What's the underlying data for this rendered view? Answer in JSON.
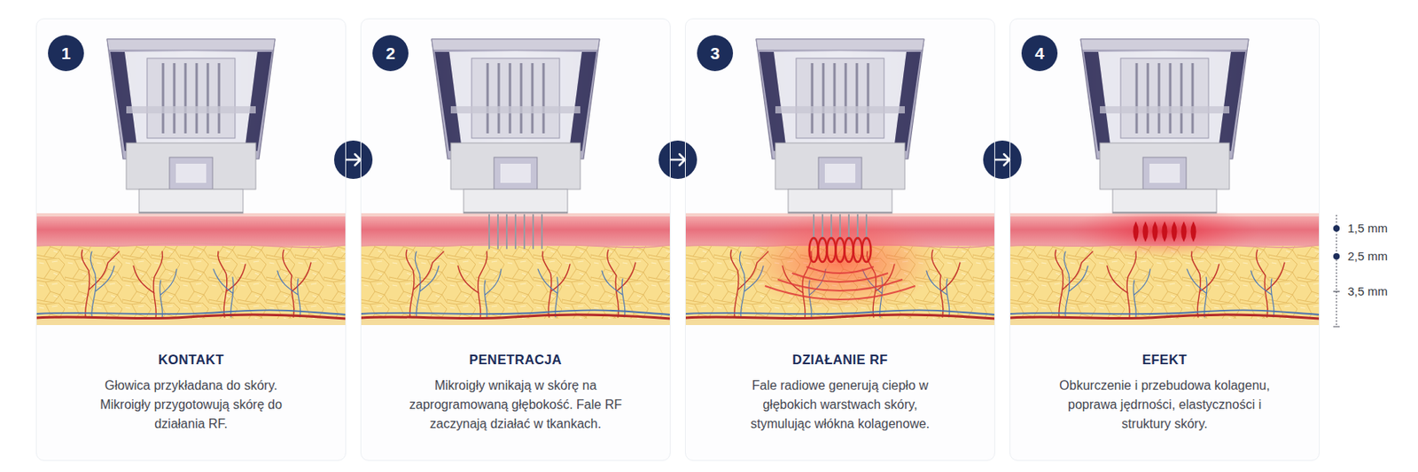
{
  "diagram": {
    "nodes": [
      {
        "text": [
          "KONTAKT",
          "Głowica przykładana do skóry. Mikroigły przygotowują skórę do działania RF."
        ]
      },
      {
        "text": [
          "1"
        ],
        "in": 0
      },
      {
        "text": [
          "PENETRACJA",
          "Mikroigły wnikają w skórę na zaprogramowaną głębokość. Fale RF zaczynają działać w tkankach."
        ]
      },
      {
        "text": [
          "2"
        ],
        "in": 2
      },
      {
        "text": [
          "DZIAŁANIE RF",
          "Fale radiowe generują ciepło w głębokich warstwach skóry, stymulując włókna kolagenowe."
        ]
      },
      {
        "text": [
          "3"
        ],
        "in": 4
      },
      {
        "text": [
          "EFEKT",
          "Obkurczenie i przebudowa kolagenu, poprawa jędrności, elastyczności i struktury skóry."
        ]
      },
      {
        "text": [
          "4"
        ],
        "in": 6
      }
    ],
    "edges": [
      {
        "from": 0,
        "to": 2,
        "arrow": "to"
      },
      {
        "from": 2,
        "to": 4,
        "arrow": "to"
      },
      {
        "from": 4,
        "to": 6,
        "arrow": "to"
      }
    ],
    "labels": [
      "1,5 mm",
      "2,5 mm",
      "3,5 mm"
    ]
  }
}
